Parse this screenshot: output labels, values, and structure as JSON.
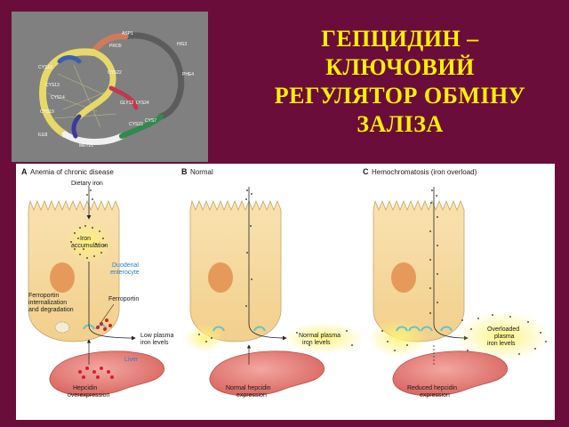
{
  "title": {
    "line1": "ГЕПЦИДИН –",
    "line2": "КЛЮЧОВИЙ",
    "line3": "РЕГУЛЯТОР ОБМІНУ",
    "line4": "ЗАЛІЗА"
  },
  "colors": {
    "background": "#6b0d3a",
    "title": "#fff200",
    "cell": "#f6d9a3",
    "liver": "#e8837f",
    "halo": "#fbf29b",
    "accent_blue": "#2a7fc9"
  },
  "protein": {
    "residues": [
      "ASP1",
      "HIS3",
      "PHE4",
      "CYS7",
      "CYS10",
      "CYS13",
      "CYS14",
      "CYS19",
      "CYS22",
      "CYS23",
      "MET21",
      "LYS24",
      "ILE8",
      "PRO5",
      "GLY12"
    ]
  },
  "panels": [
    {
      "letter": "A",
      "title": "Anemia of chronic disease",
      "dietary": "Dietary iron",
      "accumulation_1": "Iron",
      "accumulation_2": "accumulation",
      "enterocyte_1": "Duodenal",
      "enterocyte_2": "enterocyte",
      "ferroportin": "Ferroportin",
      "degradation_1": "Ferroportin",
      "degradation_2": "internalization",
      "degradation_3": "and degradation",
      "plasma_1": "Low plasma",
      "plasma_2": "iron levels",
      "liver": "Liver",
      "hepcidin_1": "Hepcidin",
      "hepcidin_2": "overexpression"
    },
    {
      "letter": "B",
      "title": "Normal",
      "plasma_1": "Normal plasma",
      "plasma_2": "iron levels",
      "hepcidin_1": "Normal hepcidin",
      "hepcidin_2": "expression"
    },
    {
      "letter": "C",
      "title": "Hemochromatosis (iron overload)",
      "plasma_1": "Overloaded",
      "plasma_2": "plasma",
      "plasma_3": "iron levels",
      "hepcidin_1": "Reduced hepcidin",
      "hepcidin_2": "expression"
    }
  ]
}
